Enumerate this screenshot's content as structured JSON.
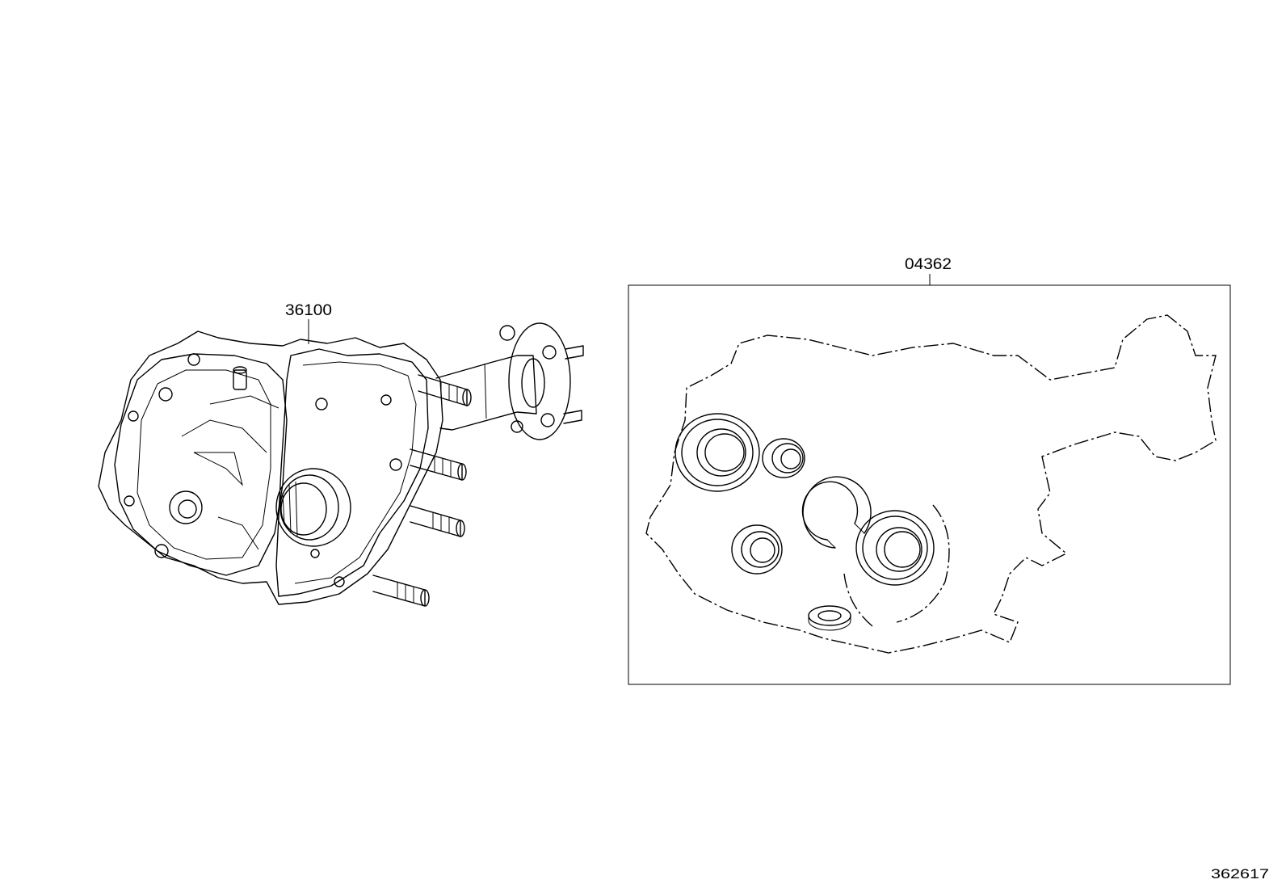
{
  "callouts": {
    "assembly": "36100",
    "kit": "04362"
  },
  "catalog_number": "362617"
}
